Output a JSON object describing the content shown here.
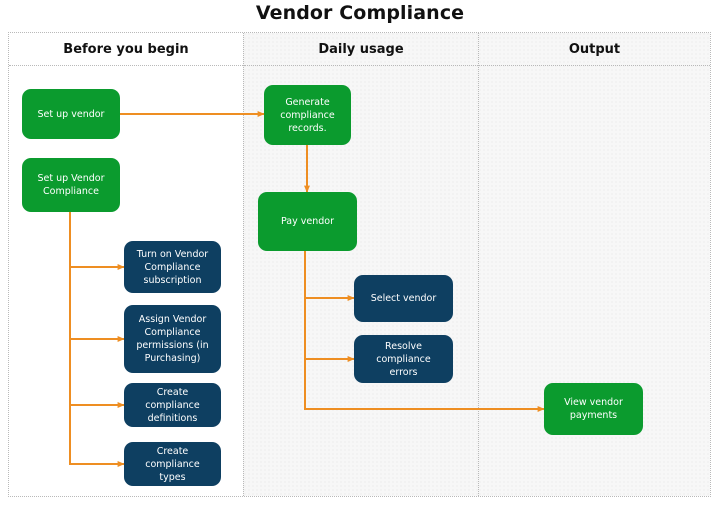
{
  "title": "Vendor Compliance",
  "colors": {
    "green": "#0b9b2e",
    "navy": "#0e3f61",
    "arrow": "#ee8e22",
    "lane_fill": "#f7f7f7",
    "frame_border": "#b9b9b9",
    "title_text": "#111111"
  },
  "lanes": [
    {
      "id": "before",
      "label": "Before you begin"
    },
    {
      "id": "daily",
      "label": "Daily usage"
    },
    {
      "id": "output",
      "label": "Output"
    }
  ],
  "nodes": [
    {
      "id": "set-up-vendor",
      "lane": "before",
      "style": "green",
      "label": "Set up vendor"
    },
    {
      "id": "set-up-vendor-compliance",
      "lane": "before",
      "style": "green",
      "label": "Set up Vendor Compliance"
    },
    {
      "id": "turn-on-subscription",
      "lane": "before",
      "style": "navy",
      "label": "Turn on Vendor Compliance subscription"
    },
    {
      "id": "assign-permissions",
      "lane": "before",
      "style": "navy",
      "label": "Assign Vendor Compliance permissions (in Purchasing)"
    },
    {
      "id": "create-definitions",
      "lane": "before",
      "style": "navy",
      "label": "Create compliance definitions"
    },
    {
      "id": "create-types",
      "lane": "before",
      "style": "navy",
      "label": "Create compliance types"
    },
    {
      "id": "generate-records",
      "lane": "daily",
      "style": "green",
      "label": "Generate compliance records."
    },
    {
      "id": "pay-vendor",
      "lane": "daily",
      "style": "green",
      "label": "Pay vendor"
    },
    {
      "id": "select-vendor",
      "lane": "daily",
      "style": "navy",
      "label": "Select vendor"
    },
    {
      "id": "resolve-errors",
      "lane": "daily",
      "style": "navy",
      "label": "Resolve compliance errors"
    },
    {
      "id": "view-vendor-payments",
      "lane": "output",
      "style": "green",
      "label": "View vendor payments"
    }
  ],
  "edges": [
    {
      "from": "set-up-vendor",
      "to": "generate-records"
    },
    {
      "from": "set-up-vendor-compliance",
      "to": "turn-on-subscription"
    },
    {
      "from": "set-up-vendor-compliance",
      "to": "assign-permissions"
    },
    {
      "from": "set-up-vendor-compliance",
      "to": "create-definitions"
    },
    {
      "from": "set-up-vendor-compliance",
      "to": "create-types"
    },
    {
      "from": "generate-records",
      "to": "pay-vendor"
    },
    {
      "from": "pay-vendor",
      "to": "select-vendor"
    },
    {
      "from": "pay-vendor",
      "to": "resolve-errors"
    },
    {
      "from": "pay-vendor",
      "to": "view-vendor-payments"
    }
  ]
}
